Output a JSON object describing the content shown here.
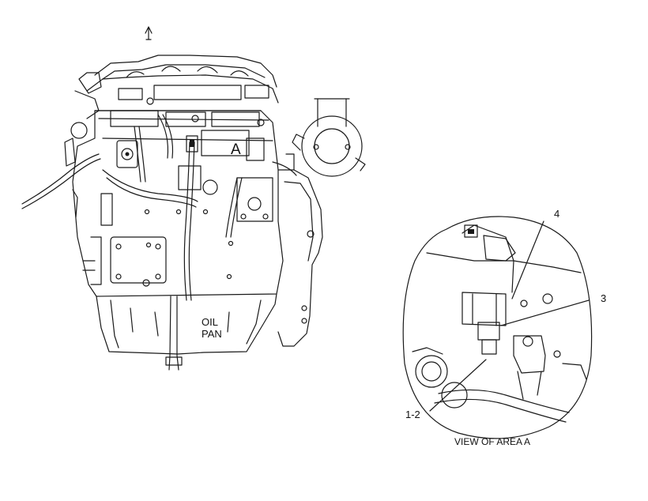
{
  "diagram": {
    "area_marker": "A",
    "oil_pan_line1": "OIL",
    "oil_pan_line2": "PAN",
    "detail_caption": "VIEW OF AREA  A",
    "callouts": [
      "4",
      "3",
      "1-2"
    ]
  },
  "colors": {
    "line": "#1a1a1a",
    "background": "#ffffff"
  }
}
